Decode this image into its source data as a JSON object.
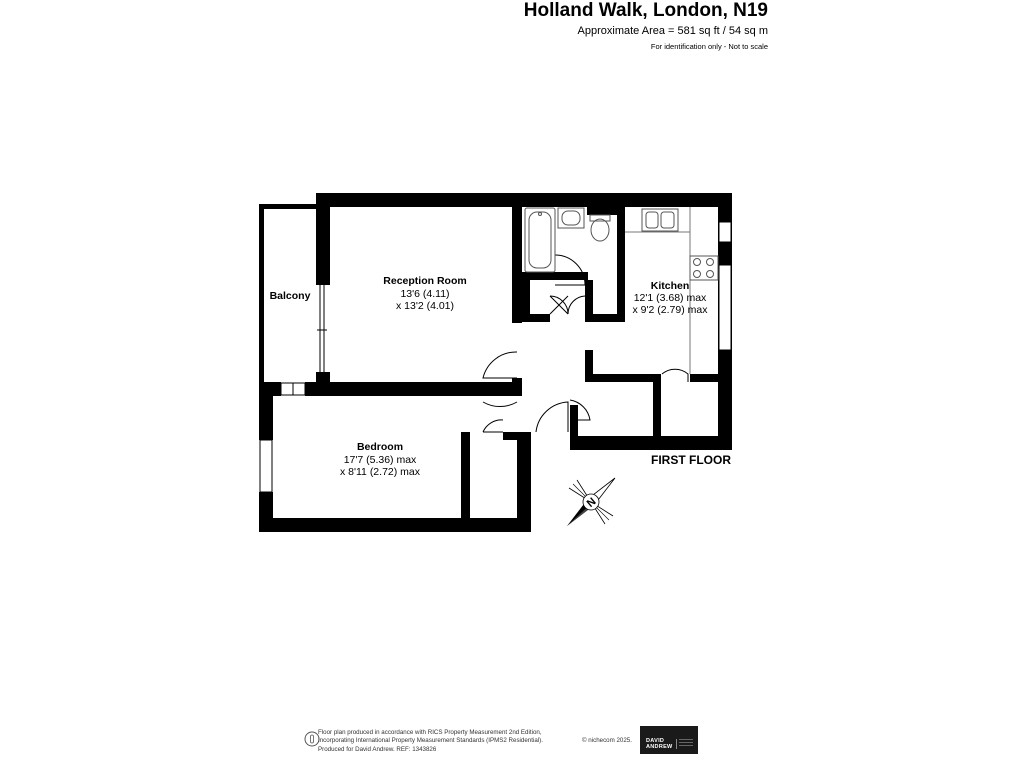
{
  "header": {
    "title": "Holland Walk, London, N19",
    "area": "Approximate Area = 581 sq ft / 54 sq m",
    "identification": "For identification only - Not to scale"
  },
  "rooms": {
    "reception": {
      "name": "Reception Room",
      "dim1": "13'6 (4.11)",
      "dim2": "x 13'2 (4.01)"
    },
    "balcony": {
      "name": "Balcony"
    },
    "kitchen": {
      "name": "Kitchen",
      "dim1": "12'1 (3.68) max",
      "dim2": "x 9'2 (2.79) max"
    },
    "bedroom": {
      "name": "Bedroom",
      "dim1": "17'7 (5.36) max",
      "dim2": "x 8'11 (2.72) max"
    }
  },
  "floor_label": "FIRST FLOOR",
  "compass": {
    "letter": "N"
  },
  "footer": {
    "line1": "Floor plan produced in accordance with RICS Property Measurement 2nd Edition,",
    "line2": "Incorporating International Property Measurement Standards (IPMS2 Residential).",
    "line3": "Produced for David Andrew.   REF:  1343826",
    "copyright": "© nichecom 2025.",
    "logo_line1": "DAVID",
    "logo_line2": "ANDREW"
  },
  "colors": {
    "wall": "#000000",
    "fixture": "#555555",
    "background": "#ffffff"
  }
}
